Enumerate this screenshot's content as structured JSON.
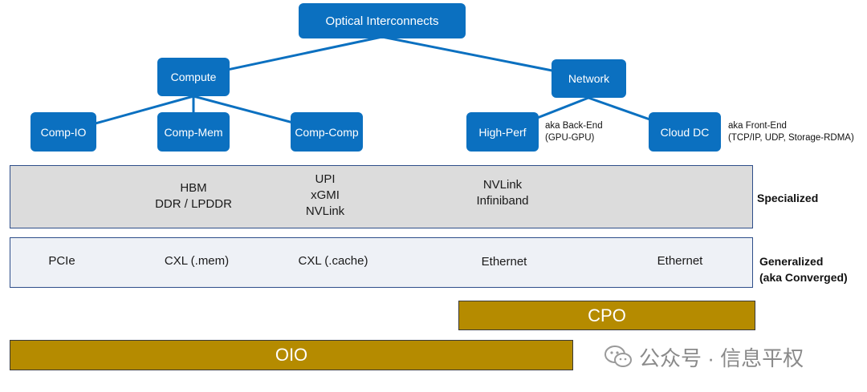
{
  "tree": {
    "root": "Optical  Interconnects",
    "compute": "Compute",
    "network": "Network",
    "comp_io": "Comp-IO",
    "comp_mem": "Comp-Mem",
    "comp_comp": "Comp-Comp",
    "high_perf": "High-Perf",
    "cloud_dc": "Cloud DC"
  },
  "notes": {
    "high_perf_line1": "aka Back-End",
    "high_perf_line2": "(GPU-GPU)",
    "cloud_dc_line1": "aka Front-End",
    "cloud_dc_line2": "(TCP/IP, UDP, Storage-RDMA)"
  },
  "specialized": {
    "label": "Specialized",
    "comp_mem": [
      "HBM",
      "DDR / LPDDR"
    ],
    "comp_comp": [
      "UPI",
      "xGMI",
      "NVLink"
    ],
    "high_perf": [
      "NVLink",
      "Infiniband"
    ]
  },
  "generalized": {
    "label_line1": "Generalized",
    "label_line2": "(aka Converged)",
    "comp_io": "PCIe",
    "comp_mem": "CXL (.mem)",
    "comp_comp": "CXL (.cache)",
    "high_perf": "Ethernet",
    "cloud_dc": "Ethernet"
  },
  "bars": {
    "cpo": "CPO",
    "oio": "OIO"
  },
  "watermark": "公众号 · 信息平权",
  "colors": {
    "node": "#0b70c0",
    "bar": "#b58b00",
    "specialized_band": "#dcdcdc",
    "generalized_band": "#eef1f6"
  }
}
